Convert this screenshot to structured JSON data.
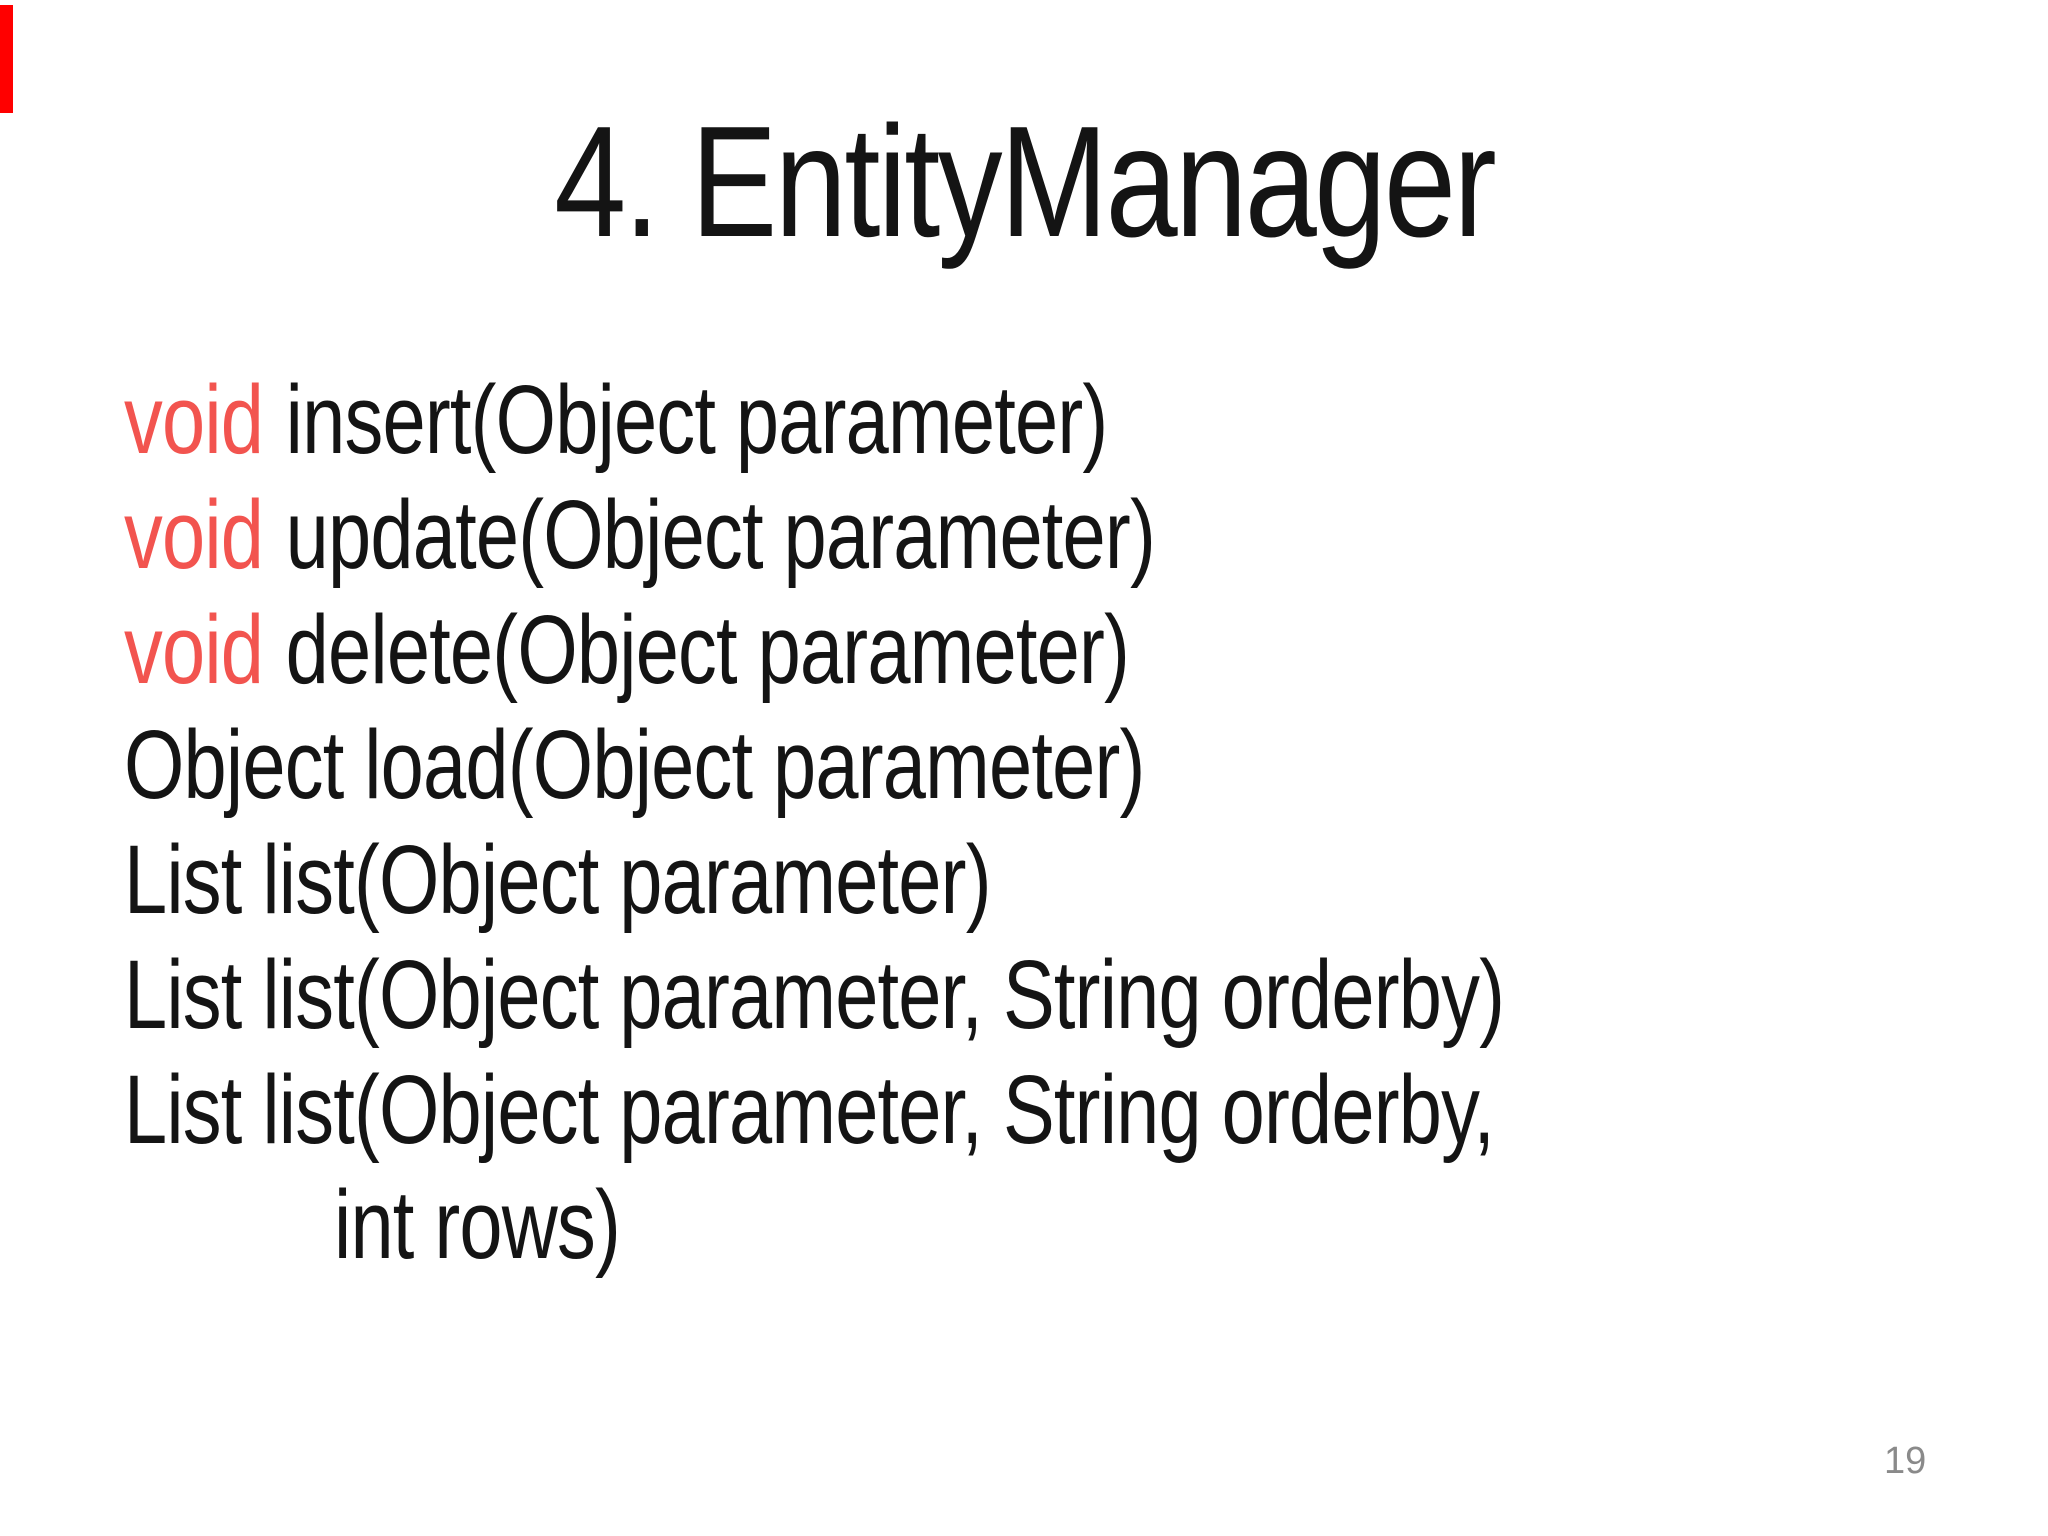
{
  "slide": {
    "title": "4. EntityManager",
    "page_number": "19",
    "colors": {
      "accent_bar": "#FF0000",
      "keyword": "#F2544F",
      "text": "#141414",
      "page_number": "#8A8A8A",
      "background": "#FFFFFF"
    },
    "code_lines": [
      {
        "keyword": "void",
        "text": "insert(Object parameter)",
        "indent": false
      },
      {
        "keyword": "void",
        "text": "update(Object parameter)",
        "indent": false
      },
      {
        "keyword": "void",
        "text": "delete(Object parameter)",
        "indent": false
      },
      {
        "keyword": "",
        "text": "Object load(Object parameter)",
        "indent": false
      },
      {
        "keyword": "",
        "text": "List list(Object parameter)",
        "indent": false
      },
      {
        "keyword": "",
        "text": "List list(Object parameter, String orderby)",
        "indent": false
      },
      {
        "keyword": "",
        "text": "List list(Object parameter, String orderby,",
        "indent": false
      },
      {
        "keyword": "",
        "text": "int rows)",
        "indent": true
      }
    ]
  }
}
